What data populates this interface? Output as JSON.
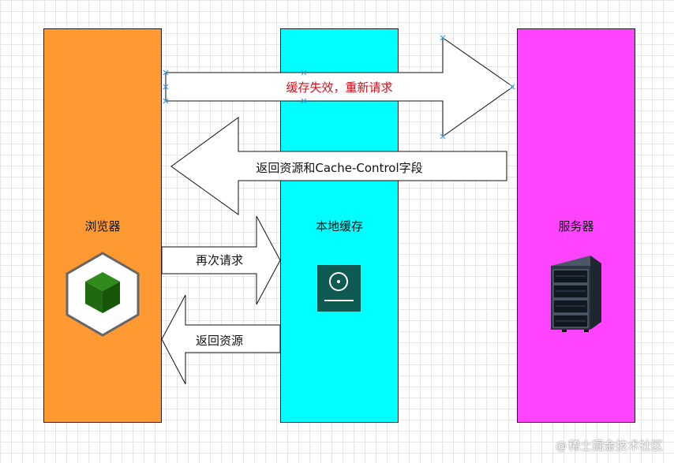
{
  "columns": {
    "browser": {
      "label": "浏览器",
      "color": "#ff9a33"
    },
    "cache": {
      "label": "本地缓存",
      "color": "#00ffff"
    },
    "server": {
      "label": "服务器",
      "color": "#ff44ff"
    }
  },
  "arrows": {
    "invalidate": {
      "label": "缓存失效，重新请求",
      "label_color": "#d0101a",
      "direction": "right"
    },
    "return_cache_control": {
      "label": "返回资源和Cache-Control字段",
      "direction": "left"
    },
    "request_again": {
      "label": "再次请求",
      "direction": "right"
    },
    "return_resource": {
      "label": "返回资源",
      "direction": "left"
    }
  },
  "icons": {
    "browser": "cube-icon",
    "cache": "disk-icon",
    "server": "server-rack-icon"
  },
  "watermark": {
    "symbol": "@",
    "text": "稀土掘金技术社区"
  }
}
